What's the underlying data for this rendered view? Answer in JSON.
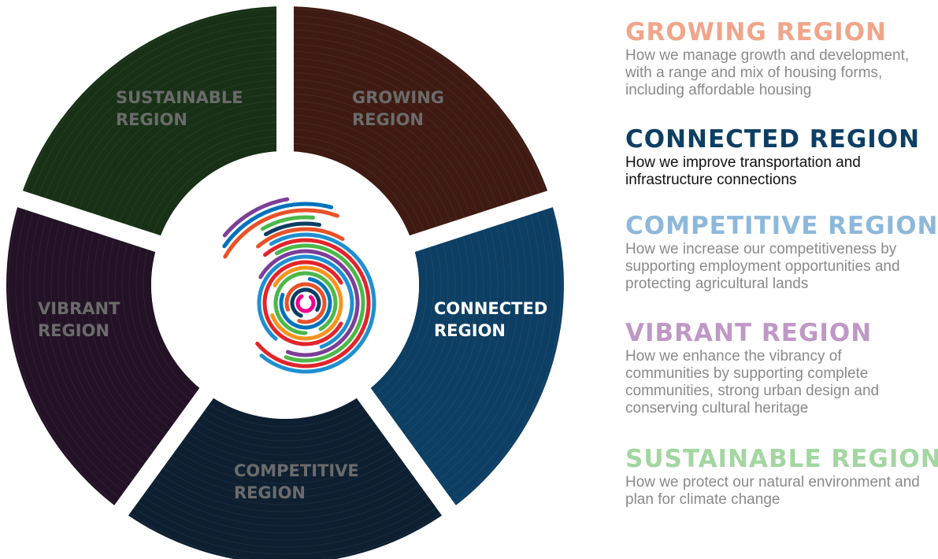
{
  "wheel": {
    "segments": [
      {
        "id": "growing",
        "label_line1": "GROWING",
        "label_line2": "REGION",
        "fill": "#3e1a12",
        "label_color": "#6b6b6b"
      },
      {
        "id": "connected",
        "label_line1": "CONNECTED",
        "label_line2": "REGION",
        "fill": "#0d3e63",
        "label_color": "#ffffff"
      },
      {
        "id": "competitive",
        "label_line1": "COMPETITIVE",
        "label_line2": "REGION",
        "fill": "#0d1f30",
        "label_color": "#6b6b6b"
      },
      {
        "id": "vibrant",
        "label_line1": "VIBRANT",
        "label_line2": "REGION",
        "fill": "#231226",
        "label_color": "#6b6b6b"
      },
      {
        "id": "sustainable",
        "label_line1": "SUSTAINABLE",
        "label_line2": "REGION",
        "fill": "#173016",
        "label_color": "#6b6b6b"
      }
    ],
    "logo_colors": [
      "#e8522a",
      "#1f8fd1",
      "#7b3f98",
      "#e3242b",
      "#4cb848",
      "#f7941d",
      "#00a99d",
      "#ec008c",
      "#0072bc",
      "#8dc63f",
      "#0b3d62"
    ]
  },
  "legend": {
    "growing": {
      "title": "GROWING REGION",
      "title_color": "#f0a58a",
      "desc": "How we manage growth and development,\nwith a range and mix of housing forms,\nincluding affordable housing",
      "desc_color": "#8a8a8a"
    },
    "connected": {
      "title": "CONNECTED REGION",
      "title_color": "#0d3e63",
      "desc": "How we improve transportation and\ninfrastructure connections",
      "desc_color": "#111111"
    },
    "competitive": {
      "title": "COMPETITIVE REGION",
      "title_color": "#8db8dc",
      "desc": "How we increase our competitiveness by\nsupporting employment opportunities and\nprotecting agricultural lands",
      "desc_color": "#8a8a8a"
    },
    "vibrant": {
      "title": "VIBRANT REGION",
      "title_color": "#bf98c6",
      "desc": "How we enhance the vibrancy of\ncommunities by supporting complete\ncommunities, strong urban design and\nconserving cultural heritage",
      "desc_color": "#8a8a8a"
    },
    "sustainable": {
      "title": "SUSTAINABLE REGION",
      "title_color": "#a3d6a1",
      "desc": "How we protect our natural environment and\nplan for climate change",
      "desc_color": "#8a8a8a"
    }
  }
}
